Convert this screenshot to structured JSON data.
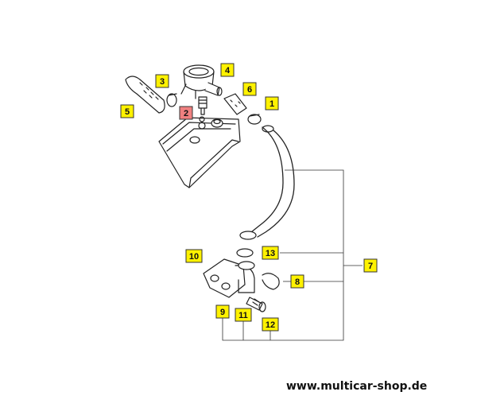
{
  "callouts": [
    {
      "id": "1",
      "label": "1"
    },
    {
      "id": "2",
      "label": "2"
    },
    {
      "id": "3",
      "label": "3"
    },
    {
      "id": "4",
      "label": "4"
    },
    {
      "id": "5",
      "label": "5"
    },
    {
      "id": "6",
      "label": "6"
    },
    {
      "id": "7",
      "label": "7"
    },
    {
      "id": "8",
      "label": "8"
    },
    {
      "id": "9",
      "label": "9"
    },
    {
      "id": "10",
      "label": "10"
    },
    {
      "id": "11",
      "label": "11"
    },
    {
      "id": "12",
      "label": "12"
    },
    {
      "id": "13",
      "label": "13"
    }
  ],
  "footer": {
    "url": "www.multicar-shop.de"
  },
  "colors": {
    "callout_fill": "#fff200",
    "callout_highlight": "#f08080",
    "line": "#333333"
  }
}
